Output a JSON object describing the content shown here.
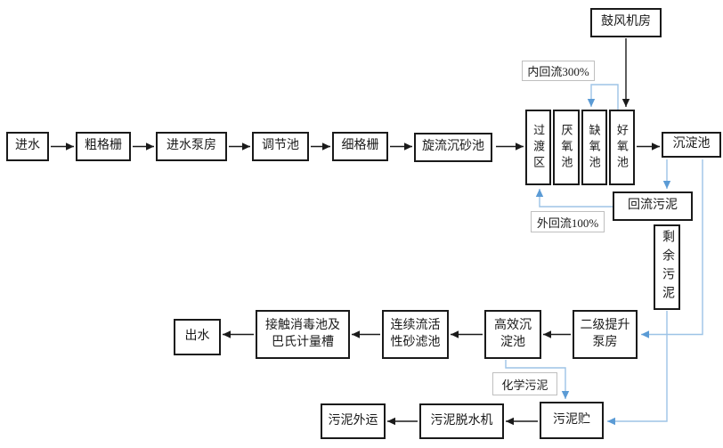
{
  "nodes": {
    "inflow": {
      "label": "进水"
    },
    "coarse_screen": {
      "label": "粗格栅"
    },
    "inlet_pump_house": {
      "label": "进水泵房"
    },
    "regulating_tank": {
      "label": "调节池"
    },
    "fine_screen": {
      "label": "细格栅"
    },
    "grit_chamber": {
      "label": "旋流沉砂池"
    },
    "bioreactor": {
      "columns": [
        {
          "label": "过渡区"
        },
        {
          "label": "厌氧池"
        },
        {
          "label": "缺氧池"
        },
        {
          "label": "好氧池"
        }
      ]
    },
    "sedimentation_tank": {
      "label": "沉淀池"
    },
    "blower_room": {
      "label": "鼓风机房"
    },
    "return_sludge": {
      "label": "回流污泥"
    },
    "excess_sludge": {
      "label": "剩余污泥"
    },
    "outflow": {
      "label": "出水"
    },
    "contact_disinfection": {
      "lines": [
        "接触消毒池及",
        "巴氏计量槽"
      ]
    },
    "sand_filter": {
      "lines": [
        "连续流活",
        "性砂滤池"
      ]
    },
    "high_efficiency_sedimentation": {
      "lines": [
        "高效沉",
        "淀池"
      ]
    },
    "secondary_lift_pump_house": {
      "lines": [
        "二级提升",
        "泵房"
      ]
    },
    "sludge_storage": {
      "label": "污泥贮"
    },
    "sludge_dewatering": {
      "label": "污泥脱水机"
    },
    "sludge_transport": {
      "label": "污泥外运"
    }
  },
  "flow_labels": {
    "internal_recycle": "内回流300%",
    "external_recycle": "外回流100%",
    "chemical_sludge": "化学污泥"
  },
  "colors": {
    "main_line": "#1a1a1a",
    "recycle_line": "#9dc3e6",
    "recycle_arrow": "#5b9bd5",
    "label_border": "#bfbfbf"
  }
}
